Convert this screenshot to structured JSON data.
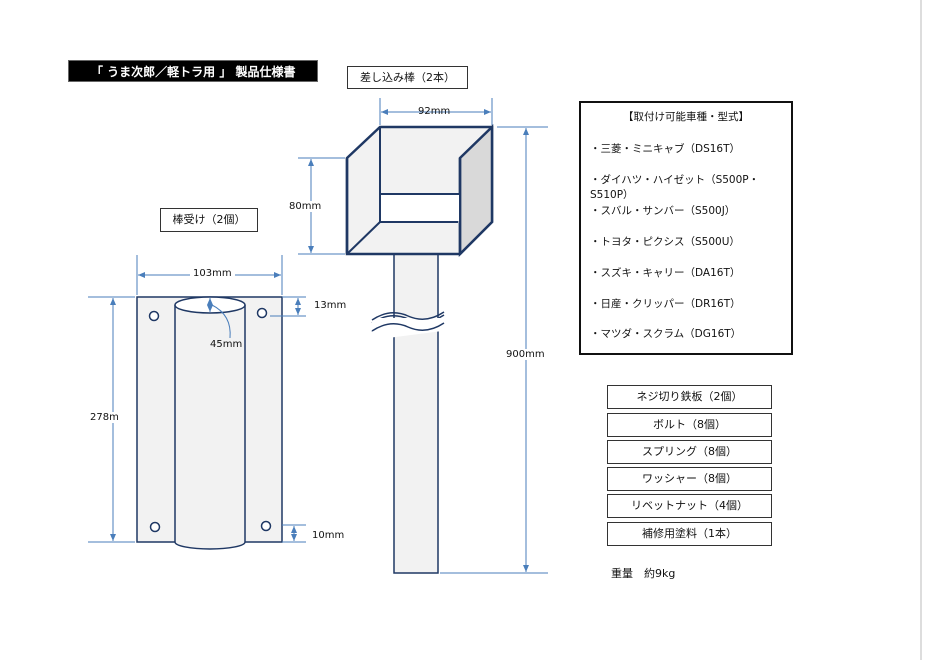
{
  "title": "「 うま次郎／軽トラ用 」 製品仕様書",
  "rod_label": "差し込み棒（2本）",
  "receiver_label": "棒受け（2個）",
  "dimensions": {
    "rod_width": "92mm",
    "rod_head_height": "80mm",
    "rod_length": "900mm",
    "receiver_width": "103mm",
    "receiver_height": "278m",
    "receiver_diameter": "45mm",
    "top_offset": "13mm",
    "bottom_offset": "10mm"
  },
  "models": {
    "heading": "【取付け可能車種・型式】",
    "items": [
      "・三菱・ミニキャブ（DS16T）",
      "・ダイハツ・ハイゼット（S500P・S510P）",
      "・スバル・サンバー（S500J）",
      "・トヨタ・ピクシス（S500U）",
      "・スズキ・キャリー（DA16T）",
      "・日産・クリッパー（DR16T）",
      "・マツダ・スクラム（DG16T）"
    ]
  },
  "parts": [
    "ネジ切り鉄板（2個）",
    "ボルト（8個）",
    "スプリング（8個）",
    "ワッシャー（8個）",
    "リベットナット（4個）",
    "補修用塗料（1本）"
  ],
  "weight": "重量　約9kg",
  "colors": {
    "outline": "#1f3864",
    "dim_line": "#4a7ebb",
    "fill": "#f2f2f2"
  }
}
